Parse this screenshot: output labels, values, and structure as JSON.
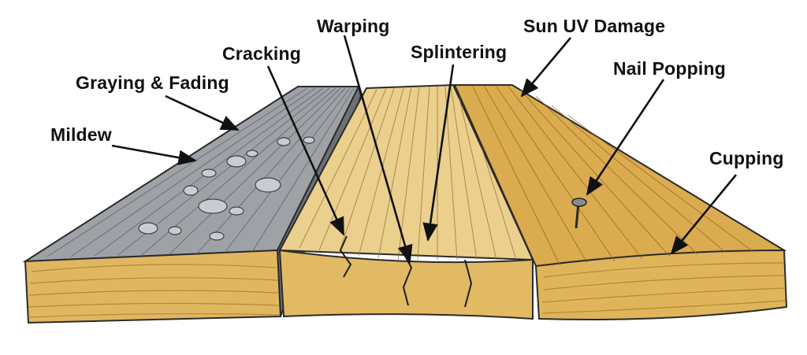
{
  "labels": {
    "graying": "Graying & Fading",
    "mildew": "Mildew",
    "cracking": "Cracking",
    "warping": "Warping",
    "splintering": "Splintering",
    "sun_uv": "Sun UV Damage",
    "nail_popping": "Nail Popping",
    "cupping": "Cupping"
  },
  "colors": {
    "gray_board_top": "#9a9ea3",
    "gray_board_edge": "#6f7378",
    "end_grain": "#e2b960",
    "middle_board": "#e9cc8a",
    "right_board": "#d9a94c",
    "ink": "#111111"
  },
  "icons": [
    "nail-icon",
    "mildew-spot-icon"
  ]
}
